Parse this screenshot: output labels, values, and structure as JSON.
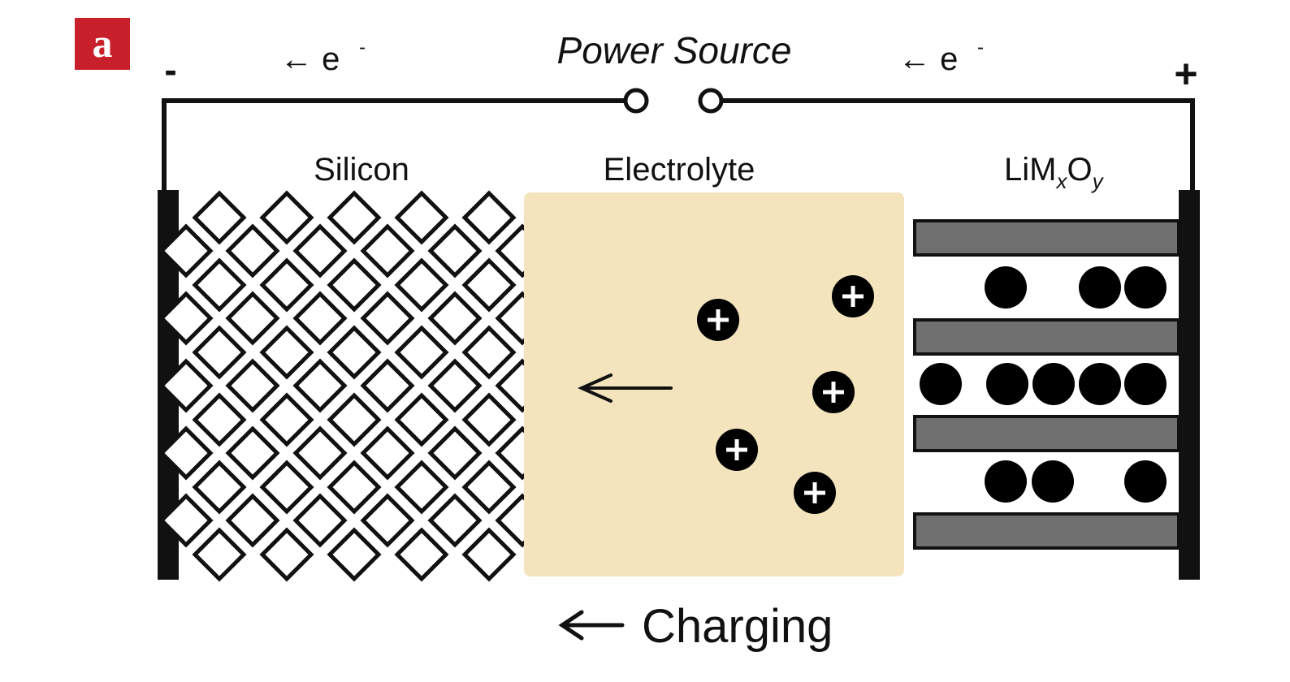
{
  "panel_label": "a",
  "power_source": "Power Source",
  "left_terminal": "-",
  "right_terminal": "+",
  "electron_left": "← e",
  "electron_right": "← e",
  "electron_superscript": "-",
  "anode_label": "Silicon",
  "electrolyte_label": "Electrolyte",
  "cathode_label": {
    "base": "LiM",
    "sub1": "x",
    "mid": "O",
    "sub2": "y"
  },
  "ion_symbol": "+",
  "ion_count": 5,
  "charging_label": "Charging",
  "colors": {
    "panel_badge": "#c8202a",
    "electrolyte": "#f3e4bd",
    "cathode_layer": "#6f6f6f",
    "line": "#111111",
    "ion": "#000000",
    "atom": "#000000"
  }
}
